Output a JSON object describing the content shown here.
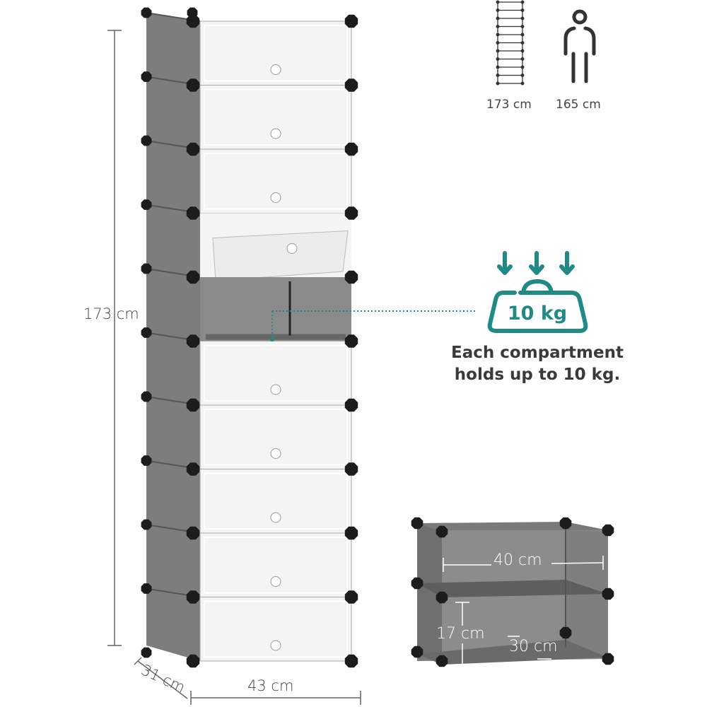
{
  "main_cabinet": {
    "compartments": 10,
    "height_label": "173 cm",
    "width_label": "43 cm",
    "depth_label": "31 cm"
  },
  "size_comparison": {
    "cabinet_label": "173 cm",
    "person_label": "165 cm"
  },
  "load_info": {
    "weight_badge": "10 kg",
    "caption_line1": "Each compartment",
    "caption_line2": "holds up to 10 kg."
  },
  "compartment_detail": {
    "width_label": "40 cm",
    "height_label": "17 cm",
    "depth_label": "30 cm"
  },
  "colors": {
    "accent": "#1f8a86",
    "panel": "#7d7d7d",
    "connector": "#1c1c1c",
    "door": "#f4f4f4"
  }
}
